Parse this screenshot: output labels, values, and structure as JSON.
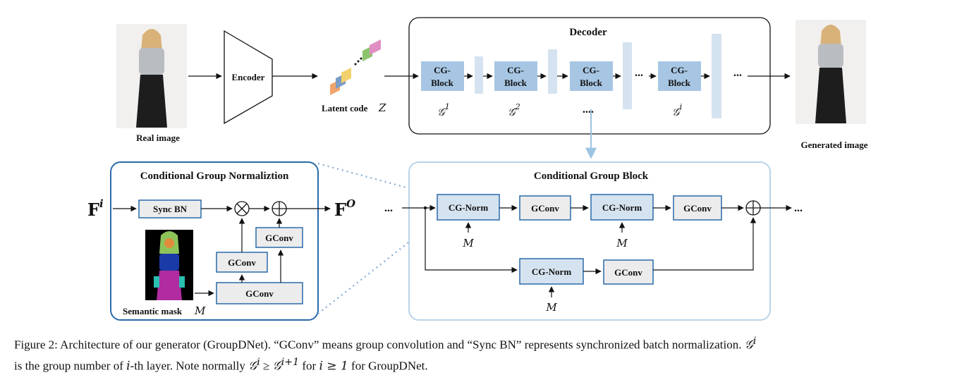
{
  "images": {
    "real_label": "Real image",
    "generated_label": "Generated image",
    "mask_label": "Semantic mask",
    "mask_var": "M"
  },
  "encoder": {
    "label": "Encoder"
  },
  "latent": {
    "label": "Latent code",
    "var": "Z"
  },
  "decoder": {
    "title": "Decoder",
    "block_line1": "CG-",
    "block_line2": "Block",
    "group_symbols": [
      "𝒢",
      "𝒢",
      "𝒢"
    ],
    "group_supers": [
      "1",
      "2",
      "i"
    ],
    "ellipsis": "...",
    "dots_below": "...."
  },
  "cgn": {
    "title": "Conditional Group Normaliztion",
    "input_var": "F",
    "input_sup": "i",
    "output_var": "F",
    "output_sup": "O",
    "sync_bn": "Sync BN",
    "gconv": "GConv"
  },
  "cgb": {
    "title": "Conditional Group Block",
    "cg_norm": "CG-Norm",
    "gconv": "GConv",
    "m_var": "M",
    "ellipsis": "..."
  },
  "caption": {
    "line1_a": "Figure 2: Architecture of our generator (GroupDNet). “GConv” means group convolution and “Sync BN” represents synchronized batch normalization. ",
    "g_sym": "𝒢",
    "g_sup_i": "i",
    "line2_a": "is the group number of ",
    "line2_i": "i",
    "line2_b": "-th layer. Note normally ",
    "g_sup_i1": "i+1",
    "line2_c": " for ",
    "line2_d": "i ≥ 1",
    "line2_e": " for GroupDNet."
  }
}
